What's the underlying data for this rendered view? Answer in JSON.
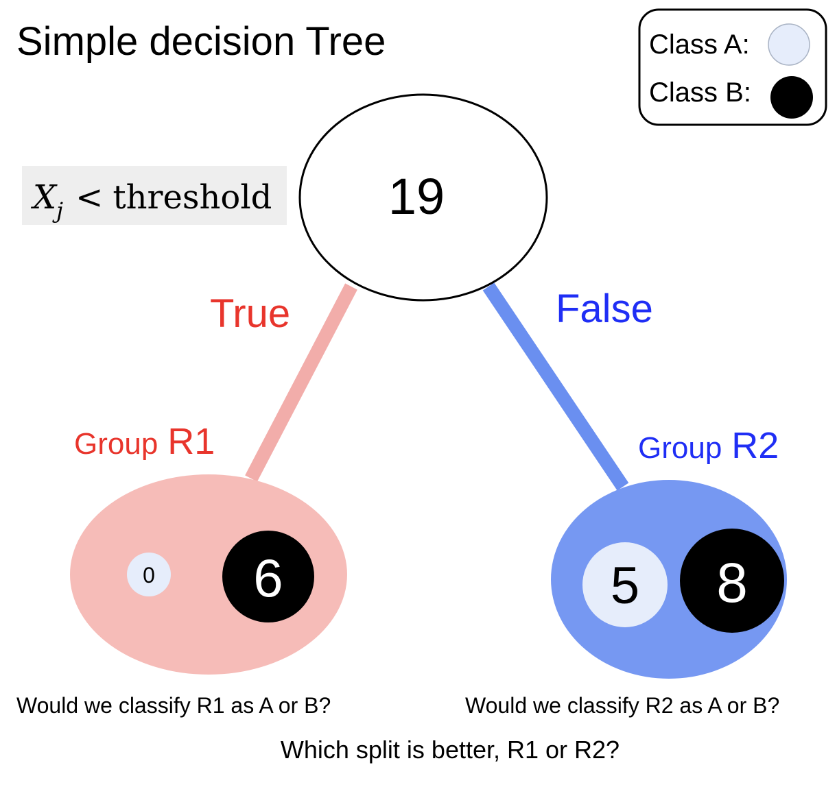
{
  "title": "Simple decision Tree",
  "legend": {
    "class_a_label": "Class A:",
    "class_b_label": "Class B:"
  },
  "colors": {
    "class_a": "#e6edfb",
    "class_b": "#000000",
    "r1_group": "#f6bcb8",
    "r1_edge": "#f2adaa",
    "r1_text": "#e8352c",
    "r2_group": "#7698f2",
    "r2_edge": "#6a8ff0",
    "r2_text": "#1f2ef5",
    "condition_bg": "#eeeeee"
  },
  "condition": {
    "variable": "X",
    "subscript": "j",
    "operator": "<",
    "word": "threshold"
  },
  "root": {
    "count": "19"
  },
  "edges": {
    "true_label": "True",
    "false_label": "False"
  },
  "groups": {
    "r1": {
      "prefix": "Group",
      "name": "R1",
      "class_a_count": "0",
      "class_b_count": "6"
    },
    "r2": {
      "prefix": "Group",
      "name": "R2",
      "class_a_count": "5",
      "class_b_count": "8"
    }
  },
  "questions": {
    "r1": "Would we classify R1 as A or B?",
    "r2": "Would we classify R2 as A or B?",
    "overall": "Which split is better, R1 or R2?"
  }
}
